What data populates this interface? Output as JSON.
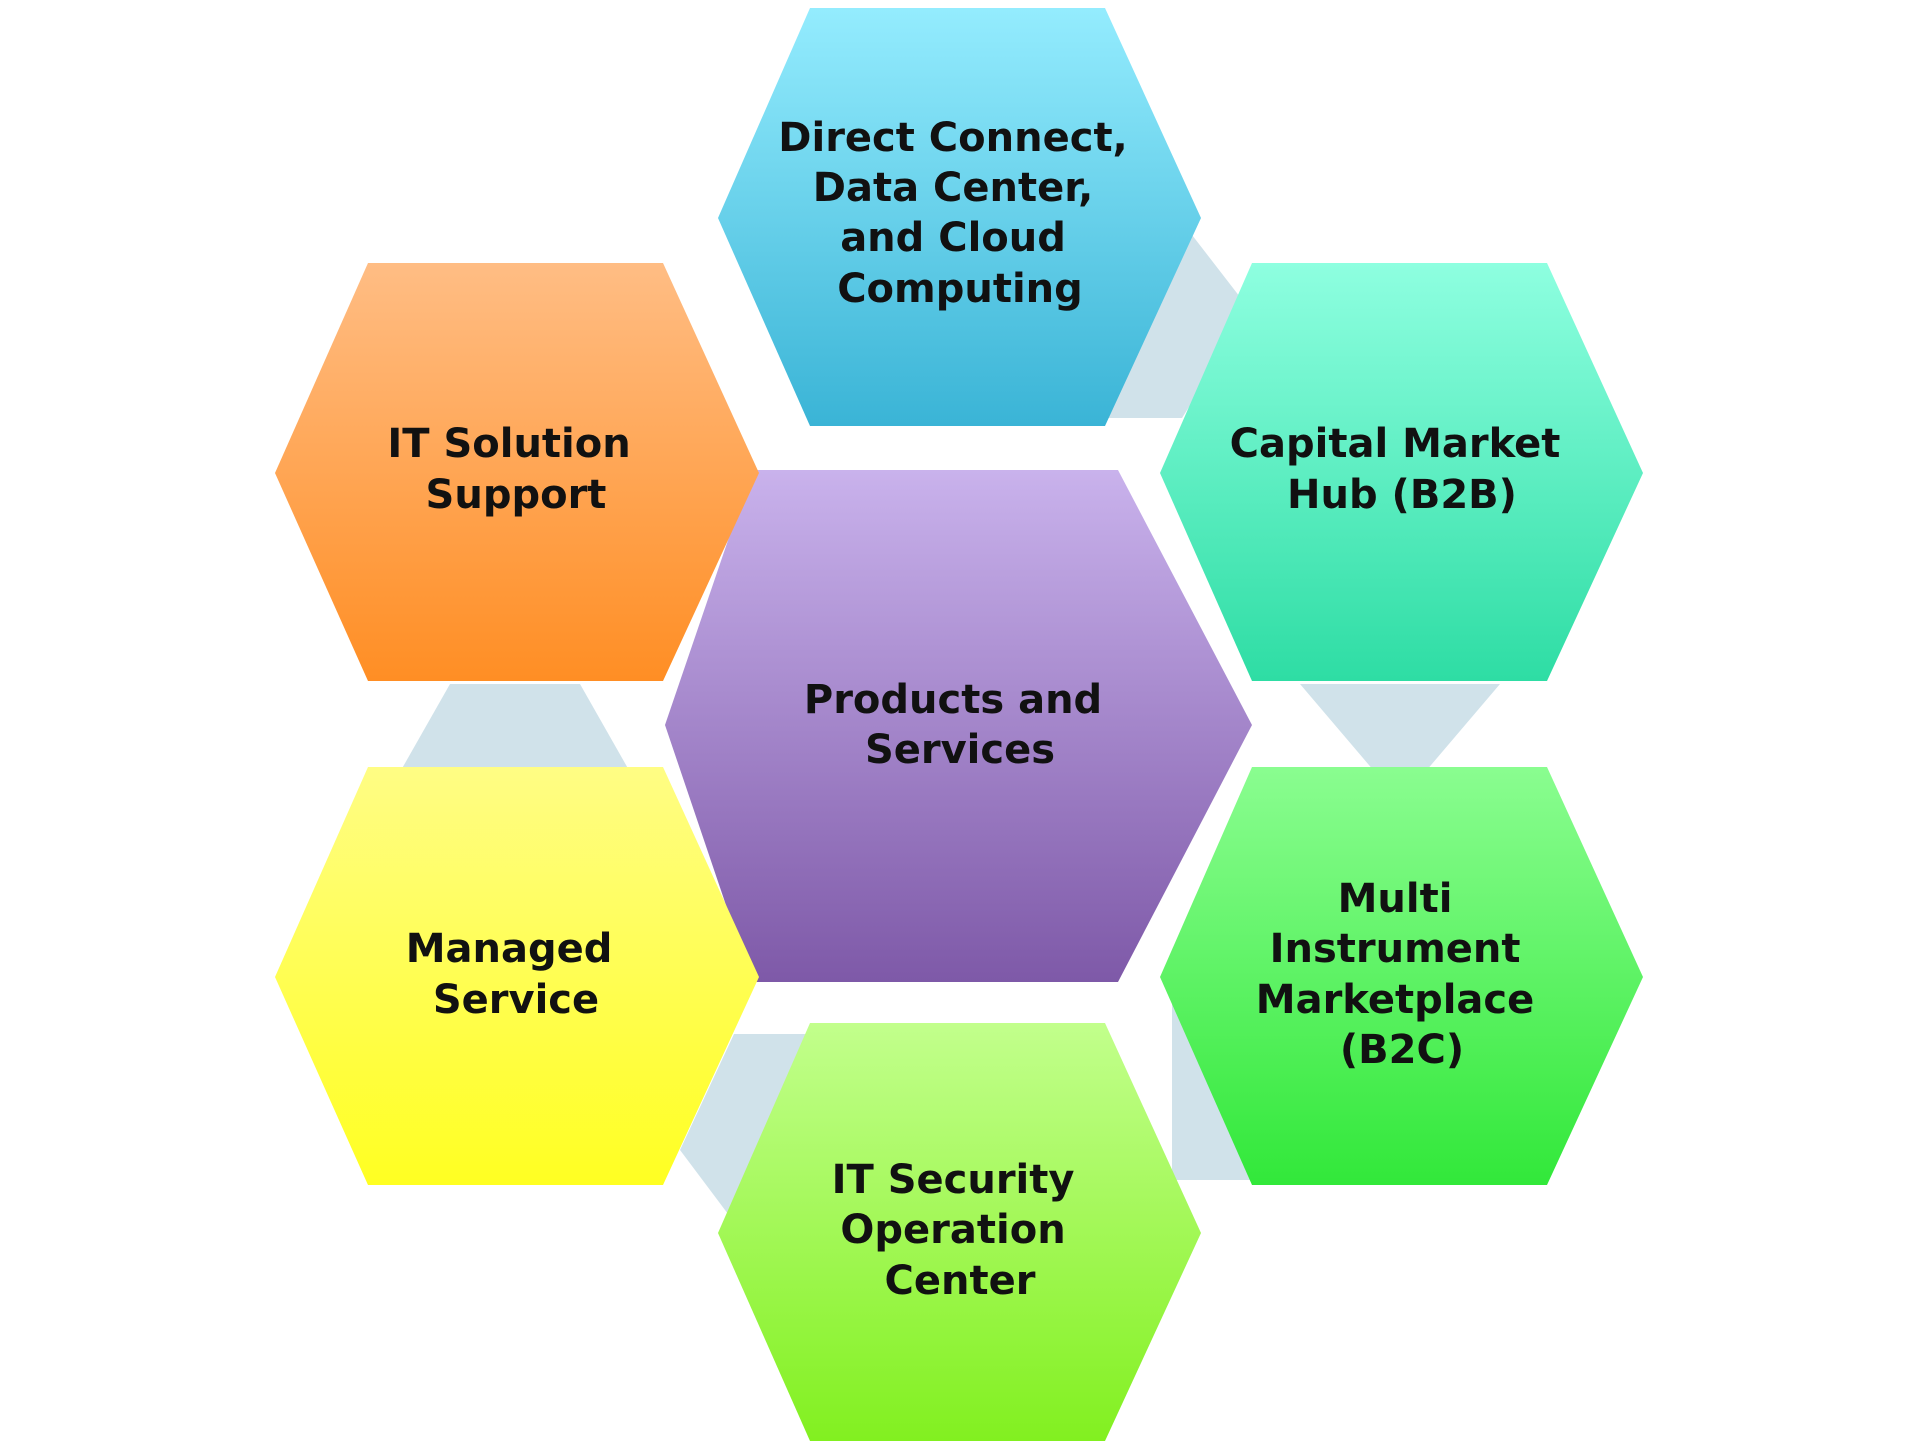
{
  "center": {
    "label": [
      "Products and",
      "Services"
    ],
    "color_top": "#c9b2ec",
    "color_bottom": "#7e59a8"
  },
  "connector_color": "#d0e2ea",
  "nodes": [
    {
      "id": "direct-connect",
      "label": [
        "Direct Connect,",
        "Data Center,",
        "and Cloud",
        "Computing"
      ],
      "color_top": "#94ecfe",
      "color_bottom": "#3ab4d6"
    },
    {
      "id": "capital-market-hub",
      "label": [
        "Capital Market",
        "Hub (B2B)"
      ],
      "color_top": "#8effe0",
      "color_bottom": "#2edda4"
    },
    {
      "id": "multi-instrument",
      "label": [
        "Multi",
        "Instrument",
        "Marketplace",
        "(B2C)"
      ],
      "color_top": "#8afd90",
      "color_bottom": "#32e83a"
    },
    {
      "id": "it-security",
      "label": [
        "IT Security",
        "Operation",
        "Center"
      ],
      "color_top": "#c2ff8c",
      "color_bottom": "#82f020"
    },
    {
      "id": "managed-service",
      "label": [
        "Managed",
        "Service"
      ],
      "color_top": "#fffd84",
      "color_bottom": "#ffff22"
    },
    {
      "id": "it-solution-support",
      "label": [
        "IT Solution",
        "Support"
      ],
      "color_top": "#ffbd84",
      "color_bottom": "#ff8e24"
    }
  ]
}
